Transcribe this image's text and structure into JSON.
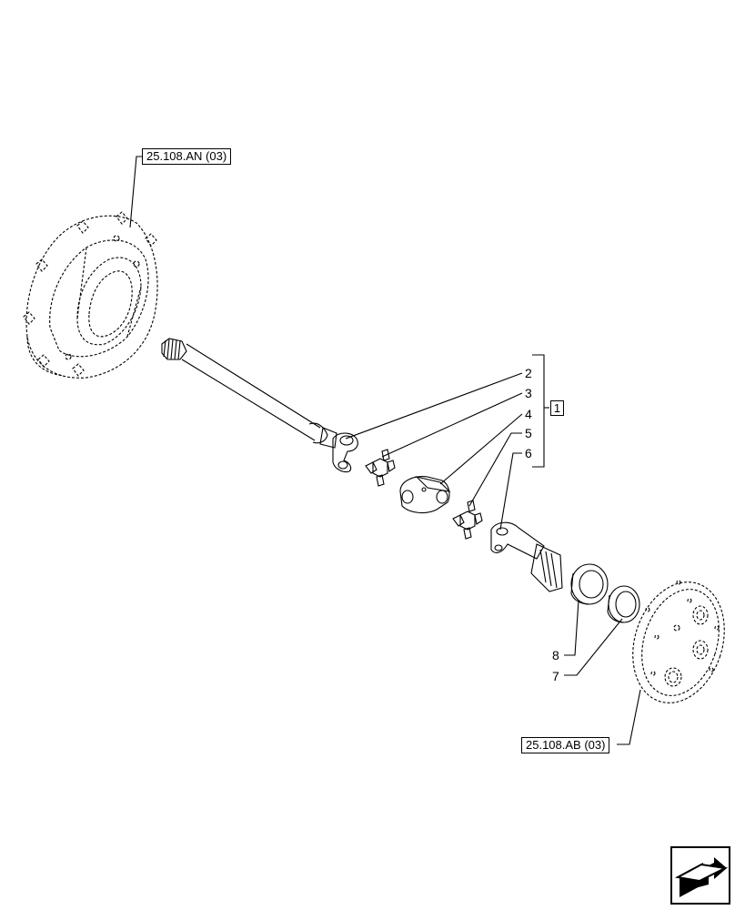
{
  "references": {
    "housing_ref": "25.108.AN (03)",
    "hub_ref": "25.108.AB (03)"
  },
  "group": {
    "label": "1"
  },
  "callouts": {
    "p2": "2",
    "p3": "3",
    "p4": "4",
    "p5": "5",
    "p6": "6",
    "p7": "7",
    "p8": "8"
  },
  "navigation": {
    "icon": "next-page-arrow-icon"
  }
}
